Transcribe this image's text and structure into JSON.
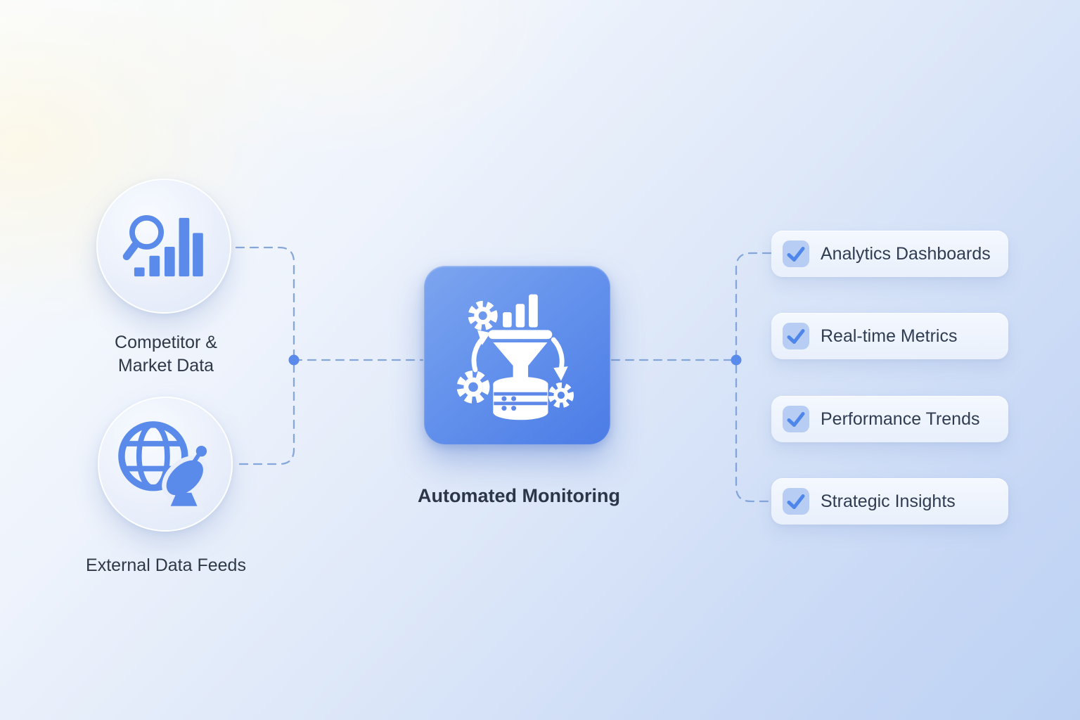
{
  "sources": [
    {
      "label": "Competitor & Market Data",
      "icon": "magnifier-bar-chart"
    },
    {
      "label": "External Data Feeds",
      "icon": "globe-satellite-dish"
    }
  ],
  "processor": {
    "label": "Automated Monitoring",
    "icon": "funnel-gears-database"
  },
  "outputs": [
    {
      "label": "Analytics Dashboards",
      "checked": true
    },
    {
      "label": "Real-time Metrics",
      "checked": true
    },
    {
      "label": "Performance Trends",
      "checked": true
    },
    {
      "label": "Strategic Insights",
      "checked": true
    }
  ],
  "colors": {
    "accent_blue": "#4f86ea",
    "icon_blue": "#5b8bea",
    "connector_blue": "#7b9fd6",
    "processor_gradient_start": "#7da5ef",
    "processor_gradient_end": "#4b7ce6",
    "checkbox_fill": "#b7cdf4",
    "text_dark": "#2e3847",
    "card_background": "#eef4fd",
    "background_top_left": "#fbfdff",
    "background_bottom_right": "#bdd2f3"
  }
}
